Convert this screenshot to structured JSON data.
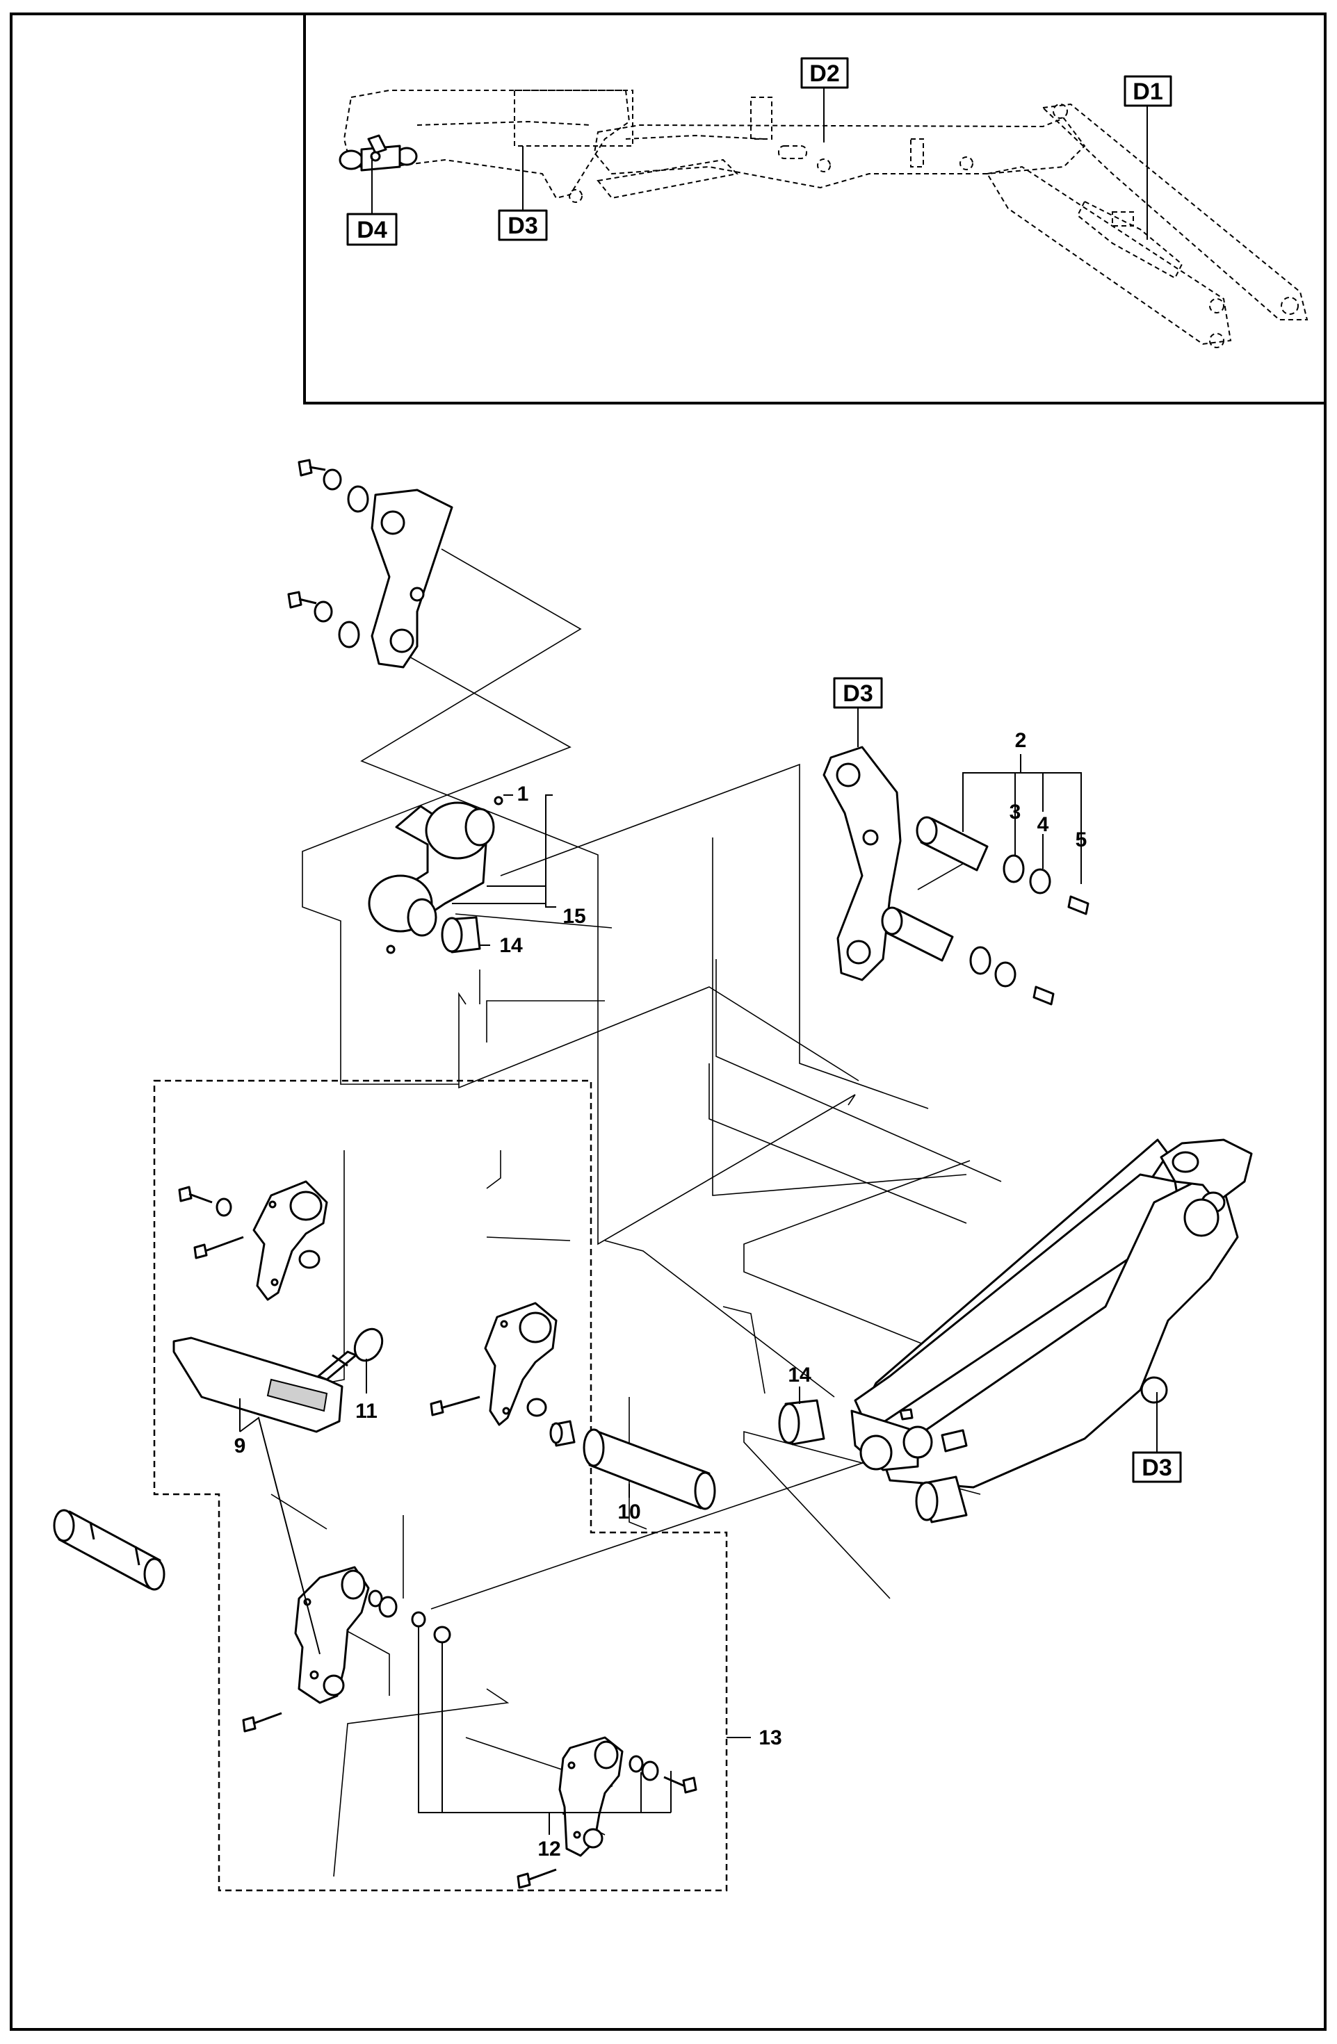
{
  "labels": {
    "d1": "D1",
    "d2": "D2",
    "d3_overview": "D3",
    "d4": "D4",
    "d3_link": "D3",
    "d3_arm": "D3"
  },
  "callouts": {
    "c1": "1",
    "c2": "2",
    "c3": "3",
    "c4": "4",
    "c5": "5",
    "c9": "9",
    "c10": "10",
    "c11": "11",
    "c12": "12",
    "c13": "13",
    "c14a": "14",
    "c14b": "14",
    "c15": "15"
  },
  "colors": {
    "line": "#000000",
    "background": "#ffffff",
    "shade": "#cfcfcf"
  }
}
